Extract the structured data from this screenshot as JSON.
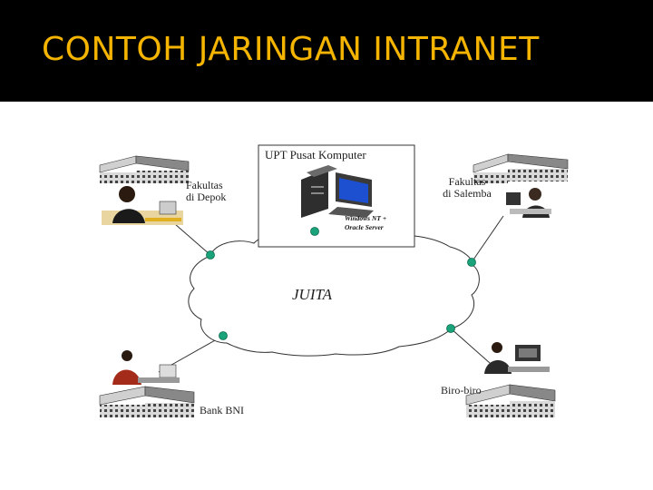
{
  "header": {
    "title": "CONTOH JARINGAN INTRANET"
  },
  "colors": {
    "title_bg": "#000000",
    "title_text": "#f5b400",
    "node_dot": "#1aa37a",
    "line": "#333333"
  },
  "diagram": {
    "cloud_label": "JUITA",
    "server": {
      "title": "UPT Pusat Komputer",
      "caption_line1": "Windows NT +",
      "caption_line2": "Oracle Server"
    },
    "nodes": {
      "depok": {
        "line1": "Fakultas",
        "line2": "di Depok"
      },
      "salemba": {
        "line1": "Fakultas",
        "line2": "di Salemba"
      },
      "bank": {
        "label": "Bank BNI"
      },
      "biro": {
        "label": "Biro-biro"
      }
    }
  }
}
